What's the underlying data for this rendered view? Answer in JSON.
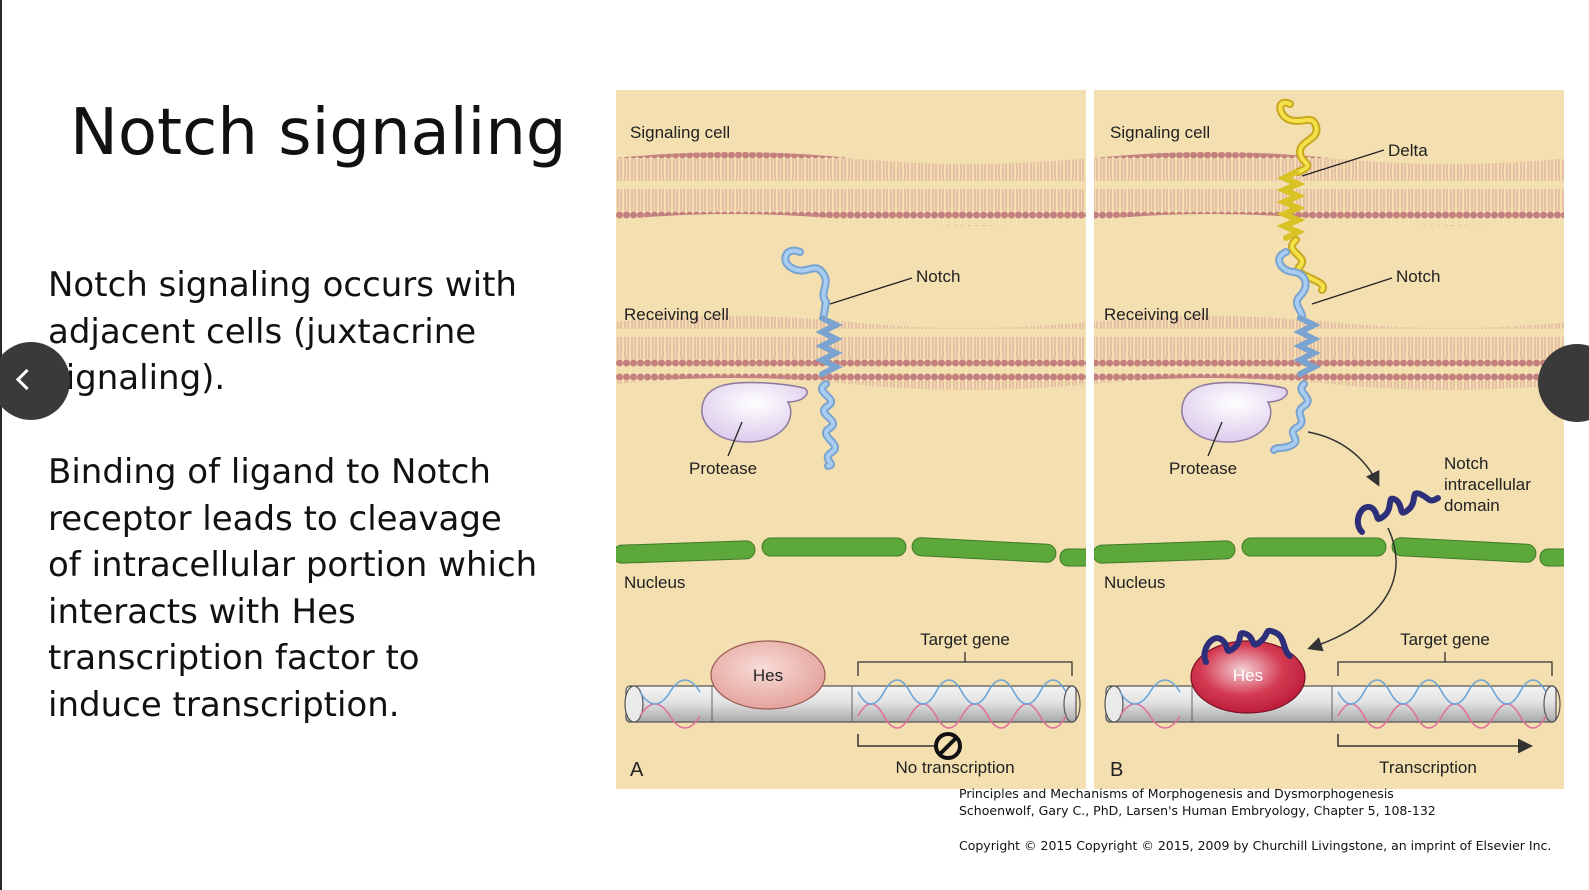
{
  "slide": {
    "title": "Notch signaling",
    "paragraphs": [
      "Notch signaling occurs with adjacent cells (juxtacrine signaling).",
      "Binding of ligand to Notch receptor leads to cleavage of intracellular portion which interacts with Hes transcription factor to induce transcription."
    ]
  },
  "navigation": {
    "prev_icon": "chevron-left-icon",
    "next_icon": "chevron-right-icon"
  },
  "figure": {
    "panel_a": {
      "letter": "A",
      "labels": {
        "signaling_cell": "Signaling cell",
        "receiving_cell": "Receiving cell",
        "notch": "Notch",
        "protease": "Protease",
        "nucleus": "Nucleus",
        "hes": "Hes",
        "target_gene": "Target gene",
        "outcome": "No transcription"
      }
    },
    "panel_b": {
      "letter": "B",
      "labels": {
        "signaling_cell": "Signaling cell",
        "delta": "Delta",
        "receiving_cell": "Receiving cell",
        "notch": "Notch",
        "protease": "Protease",
        "nicd_line1": "Notch",
        "nicd_line2": "intracellular",
        "nicd_line3": "domain",
        "nucleus": "Nucleus",
        "hes": "Hes",
        "target_gene": "Target gene",
        "outcome": "Transcription"
      }
    },
    "colors": {
      "background": "#f3dfb0",
      "membrane": "#c3807f",
      "notch": "#8fb8e0",
      "delta": "#f2de35",
      "nicd": "#2e2f7a",
      "nucleus": "#5da83a",
      "hes_a": "#e8a7a1",
      "hes_b": "#c8223e",
      "protease": "#e6dcf1"
    }
  },
  "credits": {
    "line1": "Principles and Mechanisms of Morphogenesis and Dysmorphogenesis",
    "line2": "Schoenwolf, Gary C., PhD, Larsen's Human Embryology, Chapter 5, 108-132",
    "line3": "Copyright © 2015   Copyright © 2015, 2009 by Churchill Livingstone, an imprint of Elsevier Inc."
  }
}
